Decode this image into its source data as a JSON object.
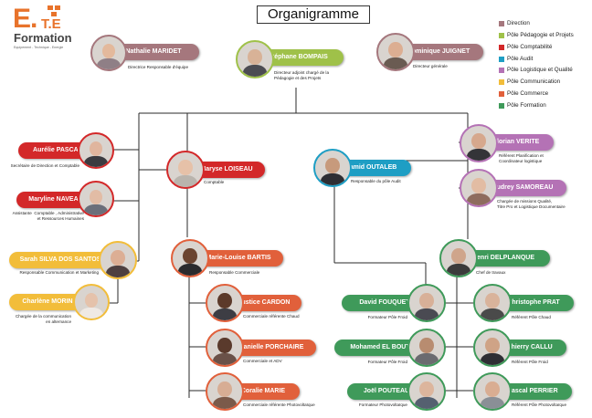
{
  "logo": {
    "letter_e": "E",
    "dot": ".",
    "letters_te": "T.E",
    "name": "Formation",
    "tagline": "Equipement - Technique - Energie"
  },
  "title": "Organigramme",
  "colors": {
    "direction": "#a5777d",
    "pedagogique": "#9fc149",
    "comptabilite": "#d32829",
    "audit": "#1e9ec4",
    "logistique": "#b472b5",
    "communication": "#f2bd3a",
    "commerce": "#e1603b",
    "formation": "#3f9a5a"
  },
  "legend": [
    {
      "label": "Direction",
      "color": "#a5777d"
    },
    {
      "label": "Pôle Pédagogie et Projets",
      "color": "#9fc149"
    },
    {
      "label": "Pôle Comptabilité",
      "color": "#d32829"
    },
    {
      "label": "Pôle Audit",
      "color": "#1e9ec4"
    },
    {
      "label": "Pôle Logistique et Qualité",
      "color": "#b472b5"
    },
    {
      "label": "Pôle Communication",
      "color": "#f2bd3a"
    },
    {
      "label": "Pôle Commerce",
      "color": "#e1603b"
    },
    {
      "label": "Pôle  Formation",
      "color": "#3f9a5a"
    }
  ],
  "people": [
    {
      "name": "Nathalie MARIDET",
      "role": "Directrice Responsable d'équipe",
      "color": "#a5777d",
      "ring": "#a5777d"
    },
    {
      "name": "Stéphane BOMPAIS",
      "role": "Directeur adjoint chargé de la\nPédagogie et des Projets",
      "color": "#9fc149",
      "ring": "#9fc149"
    },
    {
      "name": "Dominique JUIGNET",
      "role": "Directeur générale",
      "color": "#a5777d",
      "ring": "#a5777d"
    },
    {
      "name": "Aurélie PASCAL",
      "role": "Secrétaire de Direction et Comptable",
      "color": "#d32829",
      "ring": "#d32829"
    },
    {
      "name": "Maryline NAVEAU",
      "role": "Assistante  Comptable , Administrative\net Ressources Humaines",
      "color": "#d32829",
      "ring": "#d32829"
    },
    {
      "name": "Maryse LOISEAU",
      "role": "Comptable",
      "color": "#d32829",
      "ring": "#d32829"
    },
    {
      "name": "Hamid OUTALEB",
      "role": "Responsable du pôle Audit",
      "color": "#1e9ec4",
      "ring": "#1e9ec4"
    },
    {
      "name": "Florian VERITE",
      "role": "Référent Planification et\nCoordinateur logistique",
      "color": "#b472b5",
      "ring": "#b472b5"
    },
    {
      "name": "Audrey SAMOREAU",
      "role": "Chargée de missions Qualité,\nTitre Pro et Logistique Documentaire",
      "color": "#b472b5",
      "ring": "#b472b5"
    },
    {
      "name": "Sarah SILVA DOS SANTOS",
      "role": "Responsable Communication et Marketing",
      "color": "#f2bd3a",
      "ring": "#f2bd3a"
    },
    {
      "name": "Charlène MORIN",
      "role": "Chargée de la communication\nen alternance",
      "color": "#f2bd3a",
      "ring": "#f2bd3a"
    },
    {
      "name": "Marie-Louise BARTIS",
      "role": "Responsable Commerciale",
      "color": "#e1603b",
      "ring": "#e1603b"
    },
    {
      "name": "Justice CARDON",
      "role": "Commerciale référente Chaud",
      "color": "#e1603b",
      "ring": "#e1603b"
    },
    {
      "name": "Danielle PORCHAIRE",
      "role": "Commerciale et ADV",
      "color": "#e1603b",
      "ring": "#e1603b"
    },
    {
      "name": "Coralie MARIE",
      "role": "Commerciale référente Photovoltaïque",
      "color": "#e1603b",
      "ring": "#e1603b"
    },
    {
      "name": "Henri DELPLANQUE",
      "role": "Chef de travaux",
      "color": "#3f9a5a",
      "ring": "#3f9a5a"
    },
    {
      "name": "David FOUQUET",
      "role": "Formateur Pôle Froid",
      "color": "#3f9a5a",
      "ring": "#3f9a5a"
    },
    {
      "name": "Christophe PRAT",
      "role": "Référent Pôle Chaud",
      "color": "#3f9a5a",
      "ring": "#3f9a5a"
    },
    {
      "name": "Mohamed EL BOUTI",
      "role": "Formateur Pôle Froid",
      "color": "#3f9a5a",
      "ring": "#3f9a5a"
    },
    {
      "name": "Thierry CALLU",
      "role": "Référent Pôle Froid",
      "color": "#3f9a5a",
      "ring": "#3f9a5a"
    },
    {
      "name": "Joël POUTEAU",
      "role": "Formateur Photovoltaïque",
      "color": "#3f9a5a",
      "ring": "#3f9a5a"
    },
    {
      "name": "Pascal PERRIER",
      "role": "Référent Pôle Photovoltaïque",
      "color": "#3f9a5a",
      "ring": "#3f9a5a"
    }
  ]
}
